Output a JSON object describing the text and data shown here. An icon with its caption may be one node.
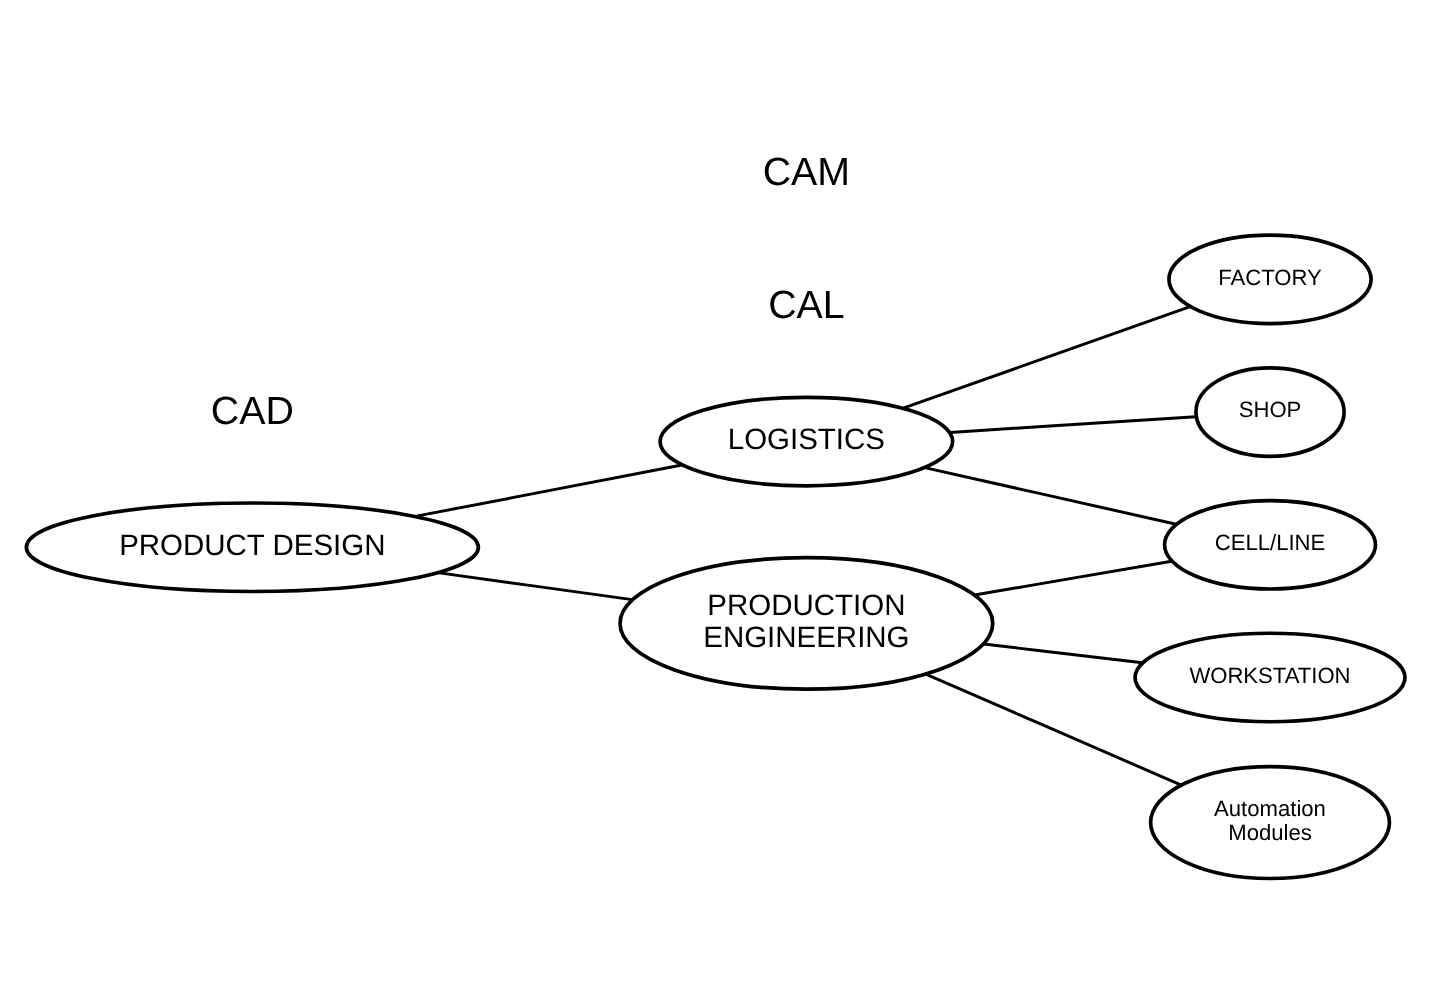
{
  "diagram": {
    "nodes": [
      {
        "text": [
          "PRODUCT DESIGN"
        ]
      },
      {
        "text": [
          "LOGISTICS"
        ]
      },
      {
        "text": [
          "PRODUCTION ENGINEERING"
        ]
      },
      {
        "text": [
          "FACTORY"
        ]
      },
      {
        "text": [
          "SHOP"
        ]
      },
      {
        "text": [
          "CELL/LINE"
        ]
      },
      {
        "text": [
          "WORKSTATION"
        ]
      },
      {
        "text": [
          "Automation Modules"
        ]
      }
    ],
    "edges": [
      {
        "from": 0,
        "to": 1,
        "arrow": "none"
      },
      {
        "from": 0,
        "to": 2,
        "arrow": "none"
      },
      {
        "from": 1,
        "to": 3,
        "arrow": "none"
      },
      {
        "from": 1,
        "to": 4,
        "arrow": "none"
      },
      {
        "from": 1,
        "to": 5,
        "arrow": "none"
      },
      {
        "from": 2,
        "to": 5,
        "arrow": "none"
      },
      {
        "from": 2,
        "to": 6,
        "arrow": "none"
      },
      {
        "from": 2,
        "to": 7,
        "arrow": "none"
      }
    ],
    "labels": [
      "CAL",
      "CAD",
      "CAM"
    ]
  }
}
